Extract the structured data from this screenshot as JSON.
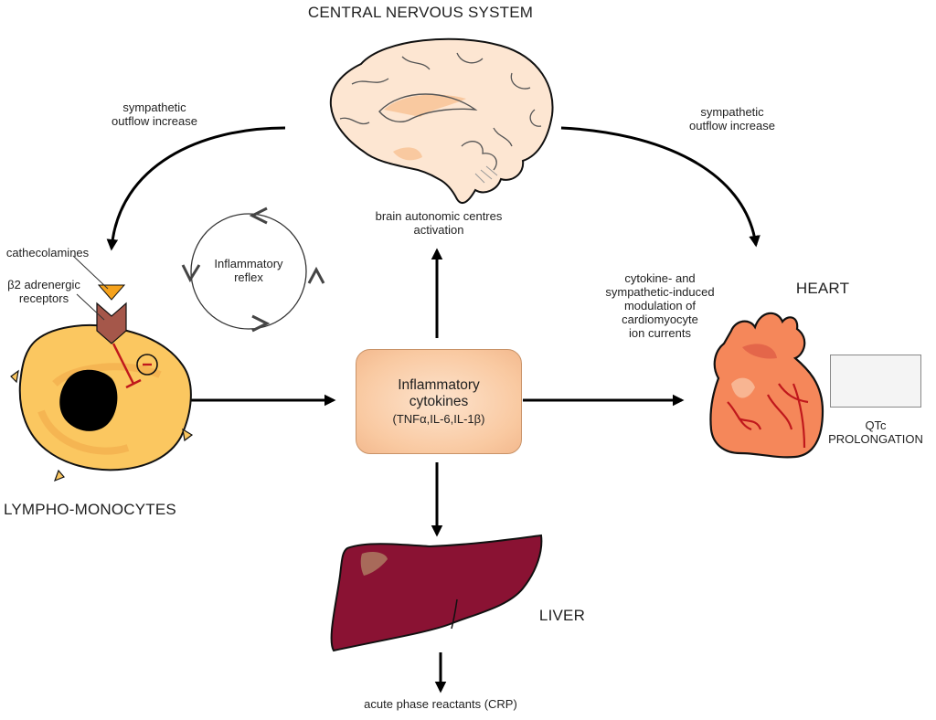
{
  "title": "CENTRAL NERVOUS SYSTEM",
  "nodes": {
    "brain": {
      "caption_line1": "brain autonomic centres",
      "caption_line2": "activation"
    },
    "cells": {
      "label": "LYMPHO-MONOCYTES",
      "inhibition_symbol": "−"
    },
    "cytokines": {
      "title_line1": "Inflammatory",
      "title_line2": "cytokines",
      "subtitle": "(TNFα,IL-6,IL-1β)"
    },
    "heart": {
      "label": "HEART"
    },
    "liver": {
      "label": "LIVER"
    },
    "ecg": {
      "label_line1": "QTc",
      "label_line2": "PROLONGATION"
    }
  },
  "annotations": {
    "sympathetic_left_line1": "sympathetic",
    "sympathetic_left_line2": "outflow increase",
    "sympathetic_right_line1": "sympathetic",
    "sympathetic_right_line2": "outflow increase",
    "catecholamines": "cathecolamines",
    "receptors_line1": "β2 adrenergic",
    "receptors_line2": "receptors",
    "reflex_line1": "Inflammatory",
    "reflex_line2": "reflex",
    "heart_mod_line1": "cytokine- and",
    "heart_mod_line2": "sympathetic-induced",
    "heart_mod_line3": "modulation of",
    "heart_mod_line4": "cardiomyocyte",
    "heart_mod_line5": "ion currents",
    "liver_output": "acute phase reactants (CRP)"
  },
  "colors": {
    "brain_fill": "#fde6d2",
    "brain_shade": "#f9c9a0",
    "cell_fill": "#fbc760",
    "cell_shade": "#f2a94a",
    "receptor": "#a5574a",
    "catecholamine": "#f5a21c",
    "inhibition": "#c0181c",
    "heart_fill": "#f5875a",
    "heart_vessel": "#c0181c",
    "liver_fill": "#8a1233",
    "liver_spot": "#a86a5a",
    "ecg_trace": "#a3334a"
  }
}
